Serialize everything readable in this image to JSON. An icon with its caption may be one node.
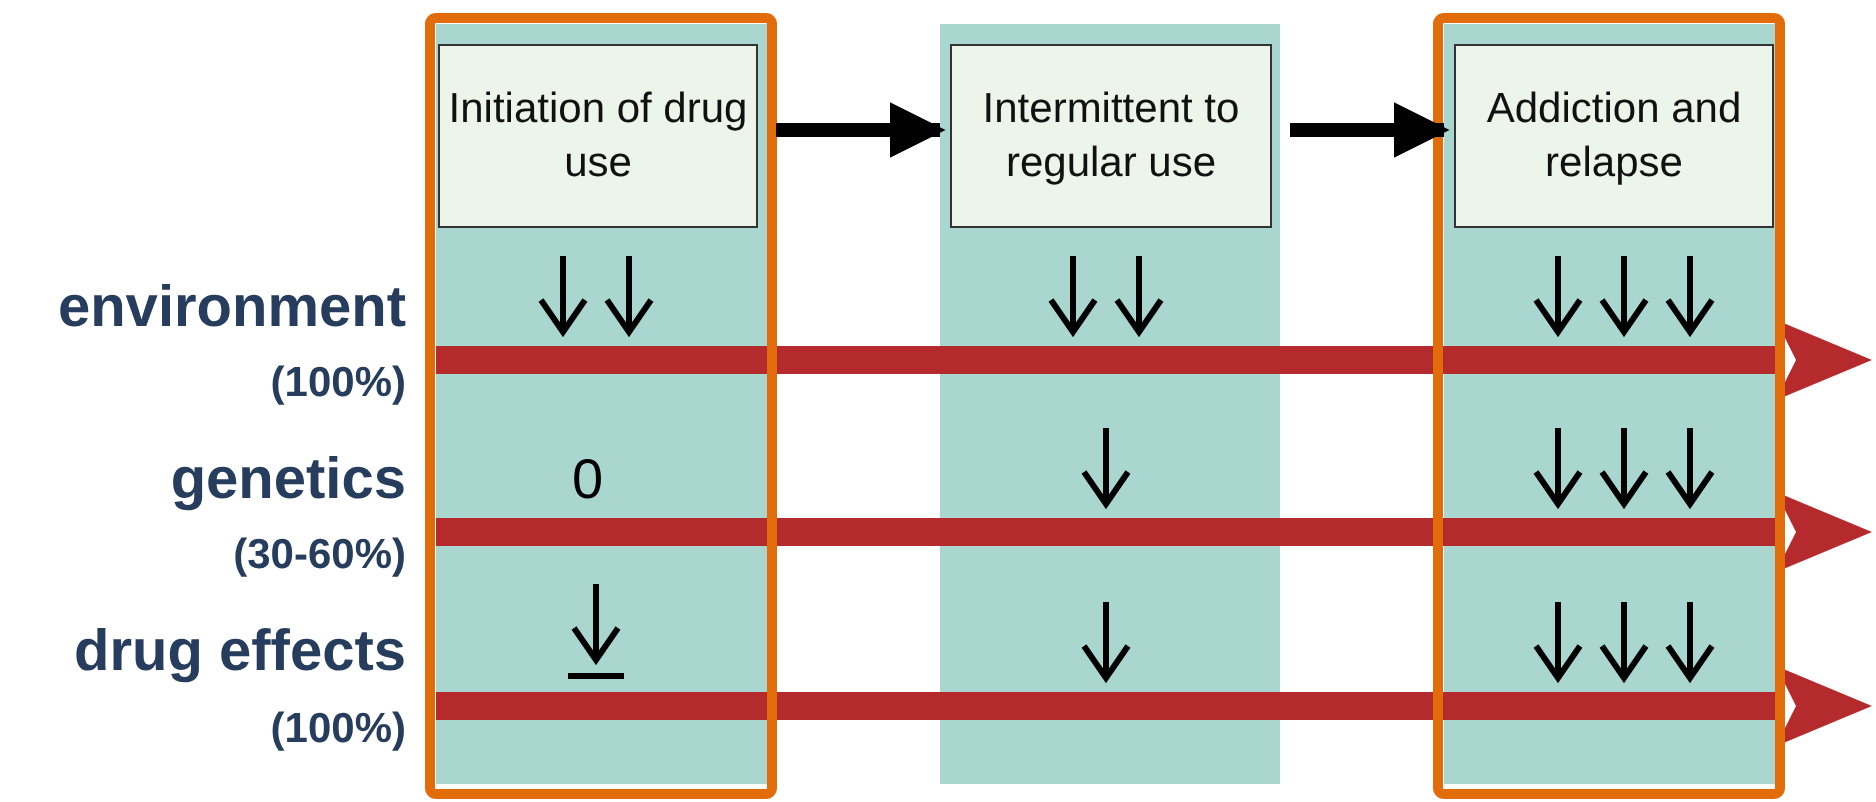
{
  "diagram": {
    "nodes": [
      {
        "text": [
          "Initiation of drug use"
        ]
      },
      {
        "text": [
          "Intermittent to regular use"
        ]
      },
      {
        "text": [
          "Addiction and relapse"
        ]
      }
    ],
    "edges": [
      {
        "from": 0,
        "to": 1,
        "arrow": "to"
      },
      {
        "from": 1,
        "to": 2,
        "arrow": "to"
      }
    ],
    "labels": [
      "environment",
      "(100%)",
      "genetics",
      "(30-60%)",
      "drug effects",
      "(100%)",
      "0"
    ]
  }
}
